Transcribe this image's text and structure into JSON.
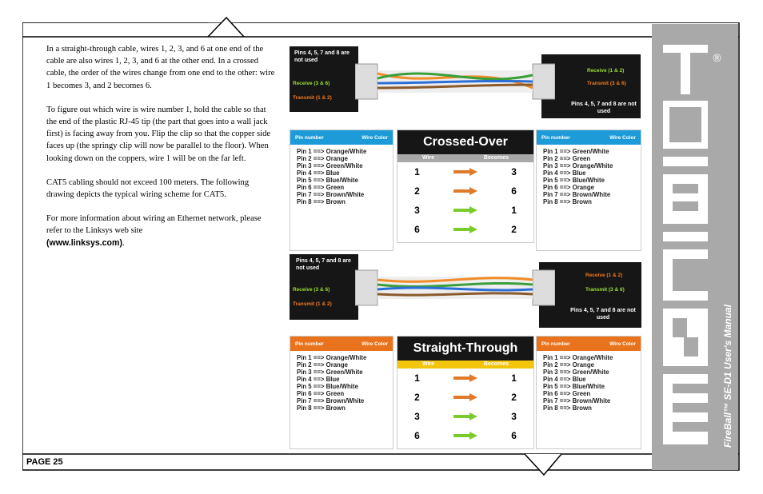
{
  "paragraphs": [
    "In a straight-through cable, wires 1, 2, 3, and 6 at one end of the cable are also wires 1, 2, 3, and 6 at the other end. In a crossed cable, the order of the wires change from one end to the other: wire 1 becomes 3, and 2 becomes 6.",
    "To figure out which wire is wire number 1, hold the cable so that the end of the plastic RJ-45 tip (the part that goes into a wall jack first) is facing away from you. Flip the clip so that the copper side faces up (the springy clip will now be parallel to the floor). When looking down on the coppers, wire 1 will be on the far left.",
    "CAT5 cabling should not exceed 100 meters. The following drawing depicts the typical wiring scheme for CAT5.",
    "For more information about wiring an Ethernet network, please refer to the Linksys web site"
  ],
  "link": "(www.linksys.com)",
  "link_suffix": ".",
  "page_label": "PAGE 25",
  "brand": "ESCIENT",
  "brand_mark": "®",
  "manual_title": "FireBall™ SE-D1 User's Manual",
  "cable_labels": {
    "pins_unused": "Pins 4, 5, 7 and 8 are not used",
    "receive": "Receive (3 & 6)",
    "transmit": "Transmit (1 & 2)",
    "receive_r": "Receive (1 & 2)",
    "transmit_r": "Transmit (3 & 6)"
  },
  "crossover": {
    "title": "Crossed-Over",
    "col_wire": "Wire",
    "col_becomes": "Becomes",
    "rows": [
      [
        "1",
        "3"
      ],
      [
        "2",
        "6"
      ],
      [
        "3",
        "1"
      ],
      [
        "6",
        "2"
      ]
    ]
  },
  "straight": {
    "title": "Straight-Through",
    "col_wire": "Wire",
    "col_becomes": "Becomes",
    "rows": [
      [
        "1",
        "1"
      ],
      [
        "2",
        "2"
      ],
      [
        "3",
        "3"
      ],
      [
        "6",
        "6"
      ]
    ]
  },
  "table_header": {
    "pin": "Pin number",
    "color": "Wire Color"
  },
  "pins_568b": [
    "Pin 1 ==> Orange/White",
    "Pin 2 ==> Orange",
    "Pin 3 ==> Green/White",
    "Pin 4 ==> Blue",
    "Pin 5 ==> Blue/White",
    "Pin 6 ==> Green",
    "Pin 7 ==> Brown/White",
    "Pin 8 ==> Brown"
  ],
  "pins_568a": [
    "Pin 1 ==> Green/White",
    "Pin 2 ==> Green",
    "Pin 3 ==> Orange/White",
    "Pin 4 ==> Blue",
    "Pin 5 ==> Blue/White",
    "Pin 6 ==> Orange",
    "Pin 7 ==> Brown/White",
    "Pin 8 ==> Brown"
  ],
  "colors": {
    "blue_header": "#1d9bd8",
    "orange_header": "#e8731c",
    "orange_arrow": "#e07a2a",
    "green_arrow": "#7ccb2c",
    "crossover_sub": "#a8a8a8",
    "straight_sub": "#f2c40c"
  }
}
